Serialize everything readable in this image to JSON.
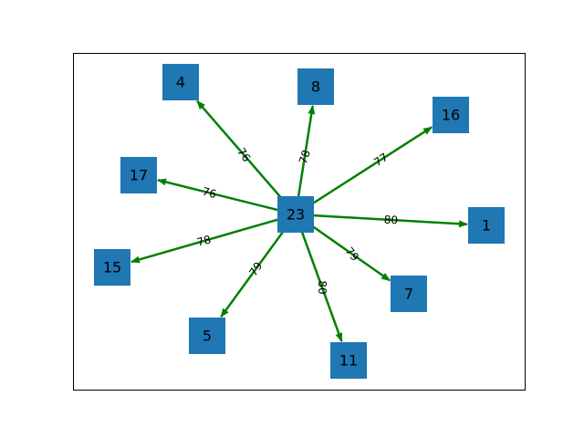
{
  "colors": {
    "node_fill": "#1f77b4",
    "edge": "#008000",
    "frame": "#000000",
    "background": "#ffffff"
  },
  "center": "23",
  "nodes": [
    "23",
    "4",
    "8",
    "16",
    "17",
    "1",
    "15",
    "7",
    "5",
    "11"
  ],
  "edges": [
    {
      "from": "23",
      "to": "4",
      "label": "76"
    },
    {
      "from": "23",
      "to": "8",
      "label": "78"
    },
    {
      "from": "23",
      "to": "16",
      "label": "77"
    },
    {
      "from": "23",
      "to": "17",
      "label": "76"
    },
    {
      "from": "23",
      "to": "1",
      "label": "80"
    },
    {
      "from": "23",
      "to": "15",
      "label": "78"
    },
    {
      "from": "23",
      "to": "7",
      "label": "79"
    },
    {
      "from": "23",
      "to": "5",
      "label": "79"
    },
    {
      "from": "23",
      "to": "11",
      "label": "80"
    }
  ]
}
